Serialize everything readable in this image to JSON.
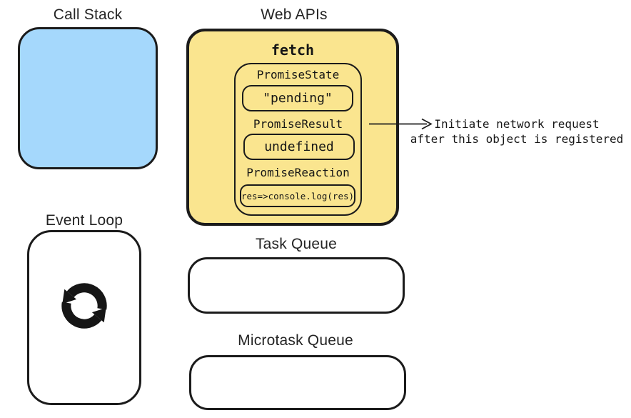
{
  "colors": {
    "call_stack_fill": "#A5D8FC",
    "web_apis_fill": "#FAE58F",
    "stroke": "#1B1B1B",
    "background": "#FFFFFF"
  },
  "call_stack": {
    "title": "Call Stack"
  },
  "web_apis": {
    "title": "Web APIs",
    "fetch": {
      "label": "fetch",
      "fields": [
        {
          "label": "PromiseState",
          "value": "\"pending\""
        },
        {
          "label": "PromiseResult",
          "value": "undefined"
        },
        {
          "label": "PromiseReaction",
          "value": "res=>console.log(res)"
        }
      ]
    }
  },
  "annotation": {
    "line1": "Initiate network request",
    "line2": "after this object is registered",
    "icon": "right-arrow-icon"
  },
  "event_loop": {
    "title": "Event Loop",
    "icon": "refresh-cycle-icon"
  },
  "task_queue": {
    "title": "Task Queue"
  },
  "microtask_queue": {
    "title": "Microtask Queue"
  }
}
